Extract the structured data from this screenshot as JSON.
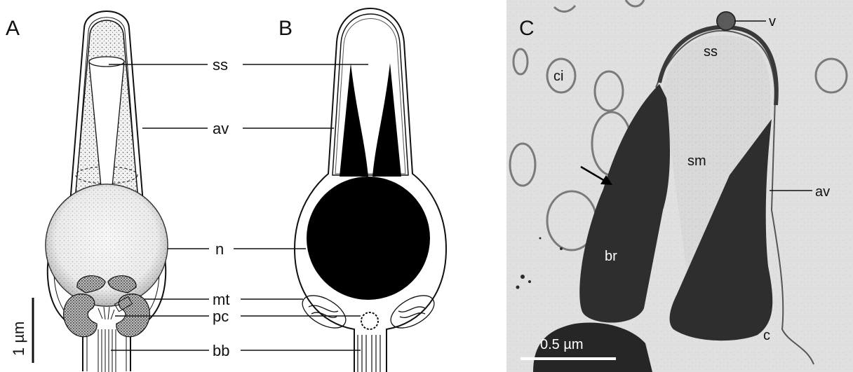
{
  "panels": {
    "a": "A",
    "b": "B",
    "c": "C"
  },
  "labels": {
    "ss": "ss",
    "av": "av",
    "n": "n",
    "mt": "mt",
    "pc": "pc",
    "bb": "bb"
  },
  "scale_bars": {
    "left": "1 µm",
    "micrograph": "0.5 µm"
  },
  "micrograph_labels": {
    "v": "v",
    "ss": "ss",
    "ci": "ci",
    "sm": "sm",
    "av": "av",
    "br": "br",
    "c": "c"
  }
}
